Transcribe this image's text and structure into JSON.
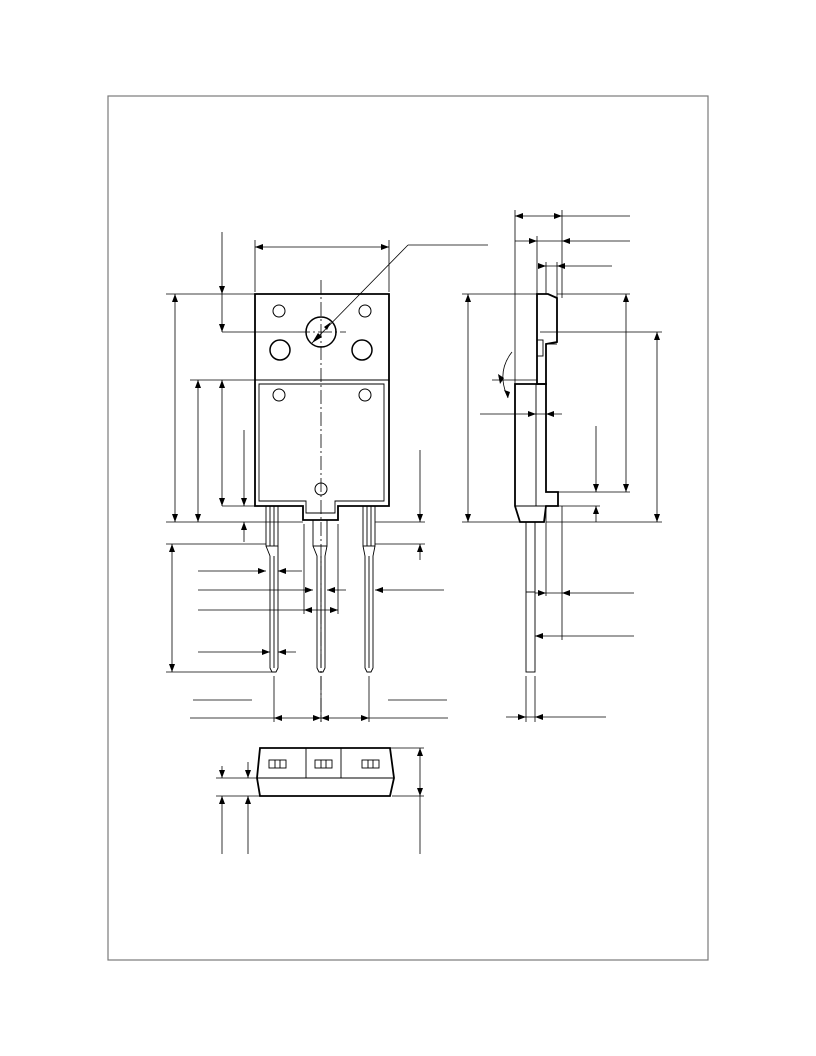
{
  "drawing": {
    "views": [
      "front-view",
      "side-view",
      "bottom-view"
    ],
    "line_color": "#000000",
    "frame_color": "#7a7a7a",
    "background": "#ffffff"
  }
}
